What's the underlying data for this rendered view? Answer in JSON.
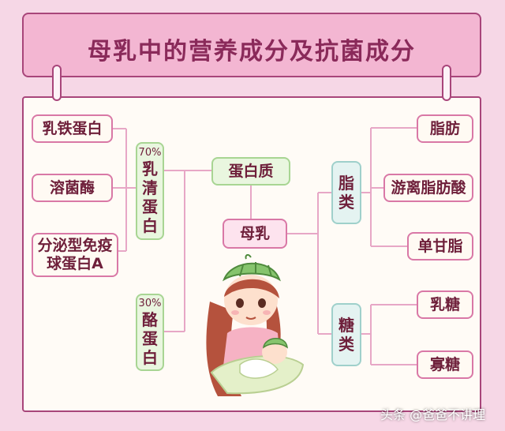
{
  "title": "母乳中的营养成分及抗菌成分",
  "center": "母乳",
  "protein": {
    "label": "蛋白质",
    "whey": {
      "percent": "70%",
      "chars": [
        "乳",
        "清",
        "蛋",
        "白"
      ]
    },
    "casein": {
      "percent": "30%",
      "chars": [
        "酪",
        "蛋",
        "白"
      ]
    },
    "whey_children": [
      "乳铁蛋白",
      "溶菌酶",
      "分泌型免疫",
      "球蛋白A"
    ]
  },
  "fat": {
    "chars": [
      "脂",
      "类"
    ],
    "children": [
      "脂肪",
      "游离脂肪酸",
      "单甘脂"
    ]
  },
  "sugar": {
    "chars": [
      "糖",
      "类"
    ],
    "children": [
      "乳糖",
      "寡糖"
    ]
  },
  "watermark": "头条 @爸爸不讲理",
  "colors": {
    "background": "#f6d7e6",
    "banner": "#f3b6d2",
    "border": "#a8457a",
    "line": "#e7a7c6",
    "text": "#6e1f3a"
  }
}
